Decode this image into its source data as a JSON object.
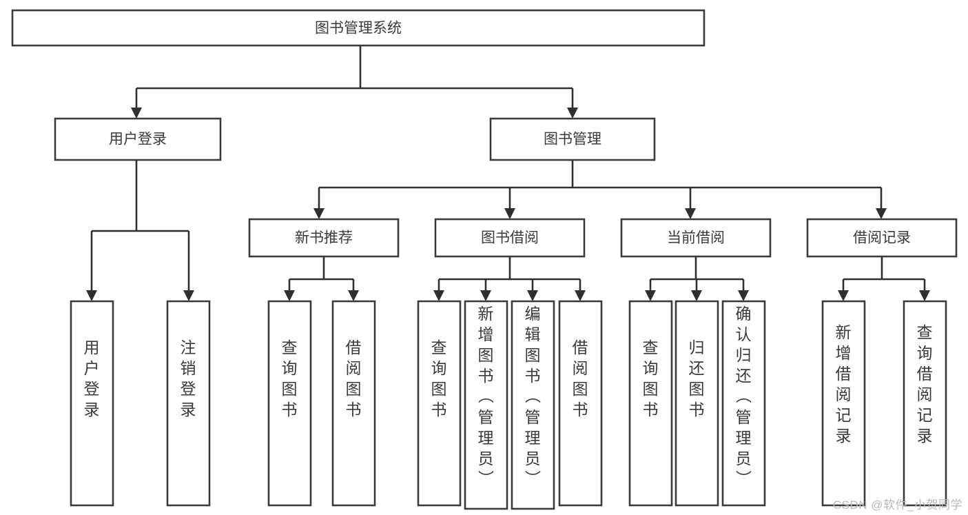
{
  "diagram": {
    "title": "图书管理系统",
    "type": "tree",
    "orientation": "top-down",
    "colors": {
      "box_stroke": "#3b3b3b",
      "box_fill": "#ffffff",
      "connector": "#2f2f2f",
      "text": "#3a3a3a",
      "background": "#ffffff",
      "watermark": "#b9b9b9"
    },
    "root": {
      "id": "root",
      "label": "图书管理系统",
      "orientation": "horizontal"
    },
    "level2": [
      {
        "id": "user-login",
        "label": "用户登录",
        "orientation": "horizontal"
      },
      {
        "id": "book-management",
        "label": "图书管理",
        "orientation": "horizontal"
      }
    ],
    "level3": [
      {
        "id": "new-book-recommend",
        "label": "新书推荐",
        "orientation": "horizontal",
        "parent": "book-management"
      },
      {
        "id": "book-borrow",
        "label": "图书借阅",
        "orientation": "horizontal",
        "parent": "book-management"
      },
      {
        "id": "current-borrow",
        "label": "当前借阅",
        "orientation": "horizontal",
        "parent": "book-management"
      },
      {
        "id": "borrow-record",
        "label": "借阅记录",
        "orientation": "horizontal",
        "parent": "book-management"
      }
    ],
    "leaves": {
      "user_login": [
        {
          "id": "leaf-user-login",
          "label": "用户登录",
          "orientation": "vertical"
        },
        {
          "id": "leaf-logout-login",
          "label": "注销登录",
          "orientation": "vertical"
        }
      ],
      "new_book_recommend": [
        {
          "id": "leaf-query-book-1",
          "label": "查询图书",
          "orientation": "vertical"
        },
        {
          "id": "leaf-borrow-book-1",
          "label": "借阅图书",
          "orientation": "vertical"
        }
      ],
      "book_borrow": [
        {
          "id": "leaf-query-book-2",
          "label": "查询图书",
          "orientation": "vertical"
        },
        {
          "id": "leaf-add-book-admin",
          "label": "新增图书（管理员）",
          "orientation": "vertical"
        },
        {
          "id": "leaf-edit-book-admin",
          "label": "编辑图书（管理员）",
          "orientation": "vertical"
        },
        {
          "id": "leaf-borrow-book-2",
          "label": "借阅图书",
          "orientation": "vertical"
        }
      ],
      "current_borrow": [
        {
          "id": "leaf-query-book-3",
          "label": "查询图书",
          "orientation": "vertical"
        },
        {
          "id": "leaf-return-book",
          "label": "归还图书",
          "orientation": "vertical"
        },
        {
          "id": "leaf-confirm-return-admin",
          "label": "确认归还（管理员）",
          "orientation": "vertical"
        }
      ],
      "borrow_record": [
        {
          "id": "leaf-add-borrow-record",
          "label": "新增借阅记录",
          "orientation": "vertical"
        },
        {
          "id": "leaf-query-borrow-record",
          "label": "查询借阅记录",
          "orientation": "vertical"
        }
      ]
    },
    "watermark": "CSDN @软件_小贺同学"
  }
}
